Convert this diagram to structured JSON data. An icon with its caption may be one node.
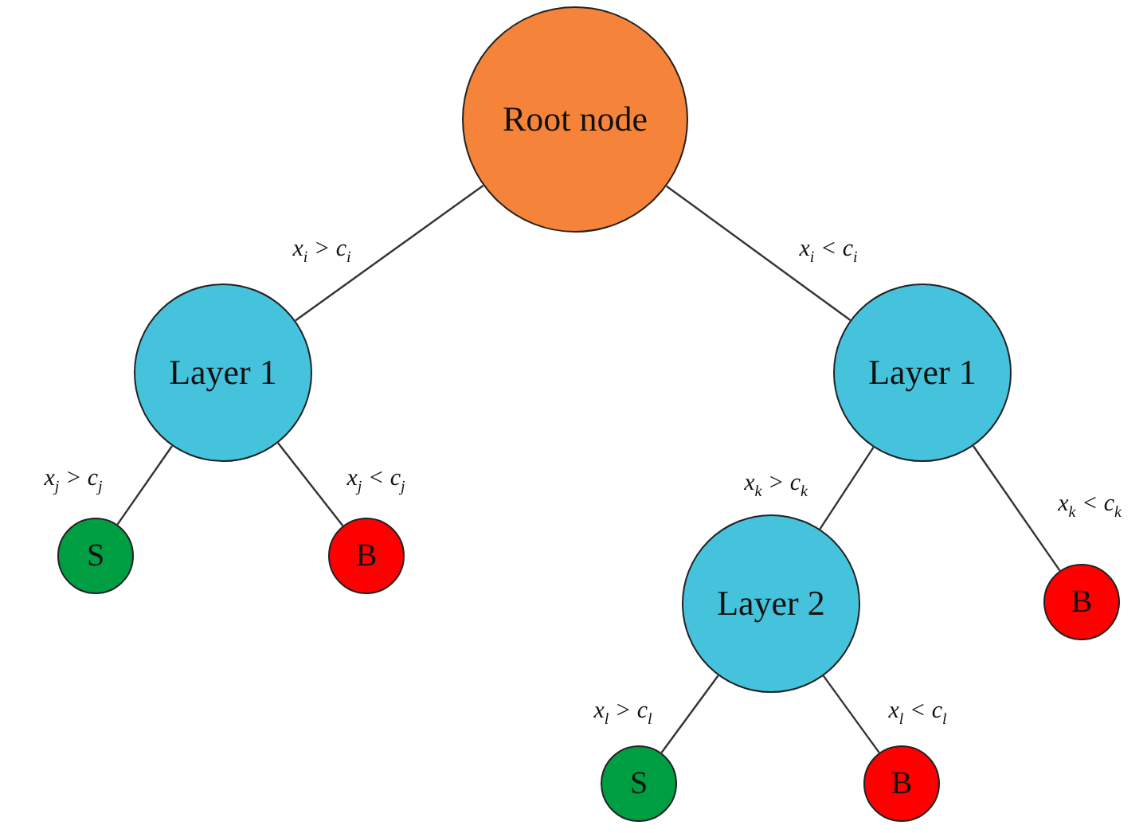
{
  "diagram": {
    "nodes": [
      {
        "text": [
          "Root node"
        ]
      },
      {
        "text": [
          "Layer 1"
        ]
      },
      {
        "text": [
          "Layer 1"
        ]
      },
      {
        "text": [
          "S"
        ]
      },
      {
        "text": [
          "B"
        ]
      },
      {
        "text": [
          "Layer 2"
        ]
      },
      {
        "text": [
          "B"
        ]
      },
      {
        "text": [
          "S"
        ]
      },
      {
        "text": [
          "B"
        ]
      }
    ],
    "edges": [
      {
        "from": 0,
        "to": 1,
        "arrow": "none",
        "label": "x$_{i}$ > c$_{i}$"
      },
      {
        "from": 0,
        "to": 2,
        "arrow": "none",
        "label": "x$_{i}$ < c$_{i}$"
      },
      {
        "from": 1,
        "to": 3,
        "arrow": "none",
        "label": "x$_{j}$ > c$_{j}$"
      },
      {
        "from": 1,
        "to": 4,
        "arrow": "none",
        "label": "x$_{j}$ < c$_{j}$"
      },
      {
        "from": 2,
        "to": 5,
        "arrow": "none",
        "label": "x$_{k}$ > c$_{k}$"
      },
      {
        "from": 2,
        "to": 6,
        "arrow": "none",
        "label": "x$_{k}$ < c$_{k}$"
      },
      {
        "from": 5,
        "to": 7,
        "arrow": "none",
        "label": "x$_{l}$ > c$_{l}$"
      },
      {
        "from": 5,
        "to": 8,
        "arrow": "none",
        "label": "x$_{l}$ < c$_{l}$"
      }
    ]
  }
}
